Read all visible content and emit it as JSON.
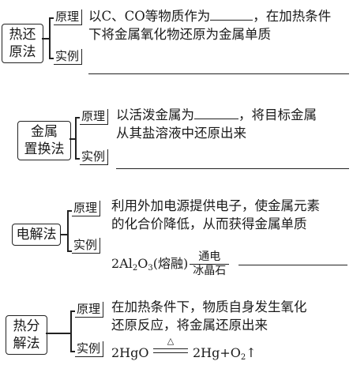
{
  "sections": [
    {
      "method": [
        "热还",
        "原法"
      ],
      "principle_label": "原理",
      "example_label": "实例",
      "principle": [
        "以C、CO等物质作为",
        "，在加热条件",
        "下将金属氧化物还原为金属单质"
      ]
    },
    {
      "method": [
        "金属",
        "置换法"
      ],
      "principle_label": "原理",
      "example_label": "实例",
      "principle": [
        "以活泼金属为",
        "，将目标金属",
        "从其盐溶液中还原出来"
      ]
    },
    {
      "method": [
        "电解法"
      ],
      "principle_label": "原理",
      "example_label": "实例",
      "principle": [
        "利用外加电源提供电子，使金属元素",
        "的化合价降低，从而获得金属单质"
      ],
      "formula": {
        "lhs": "2Al",
        "sub1": "2",
        "o": "O",
        "sub2": "3",
        "state": "(熔融)",
        "cond_top": "通电",
        "cond_bottom": "冰晶石"
      }
    },
    {
      "method": [
        "热分",
        "解法"
      ],
      "principle_label": "原理",
      "example_label": "实例",
      "principle": [
        "在加热条件下，物质自身发生氧化",
        "还原反应，将金属还原出来"
      ],
      "formula": {
        "lhs": "2HgO",
        "cond": "△",
        "rhs": "2Hg+O",
        "sub": "2",
        "arrow": "↑"
      }
    }
  ]
}
